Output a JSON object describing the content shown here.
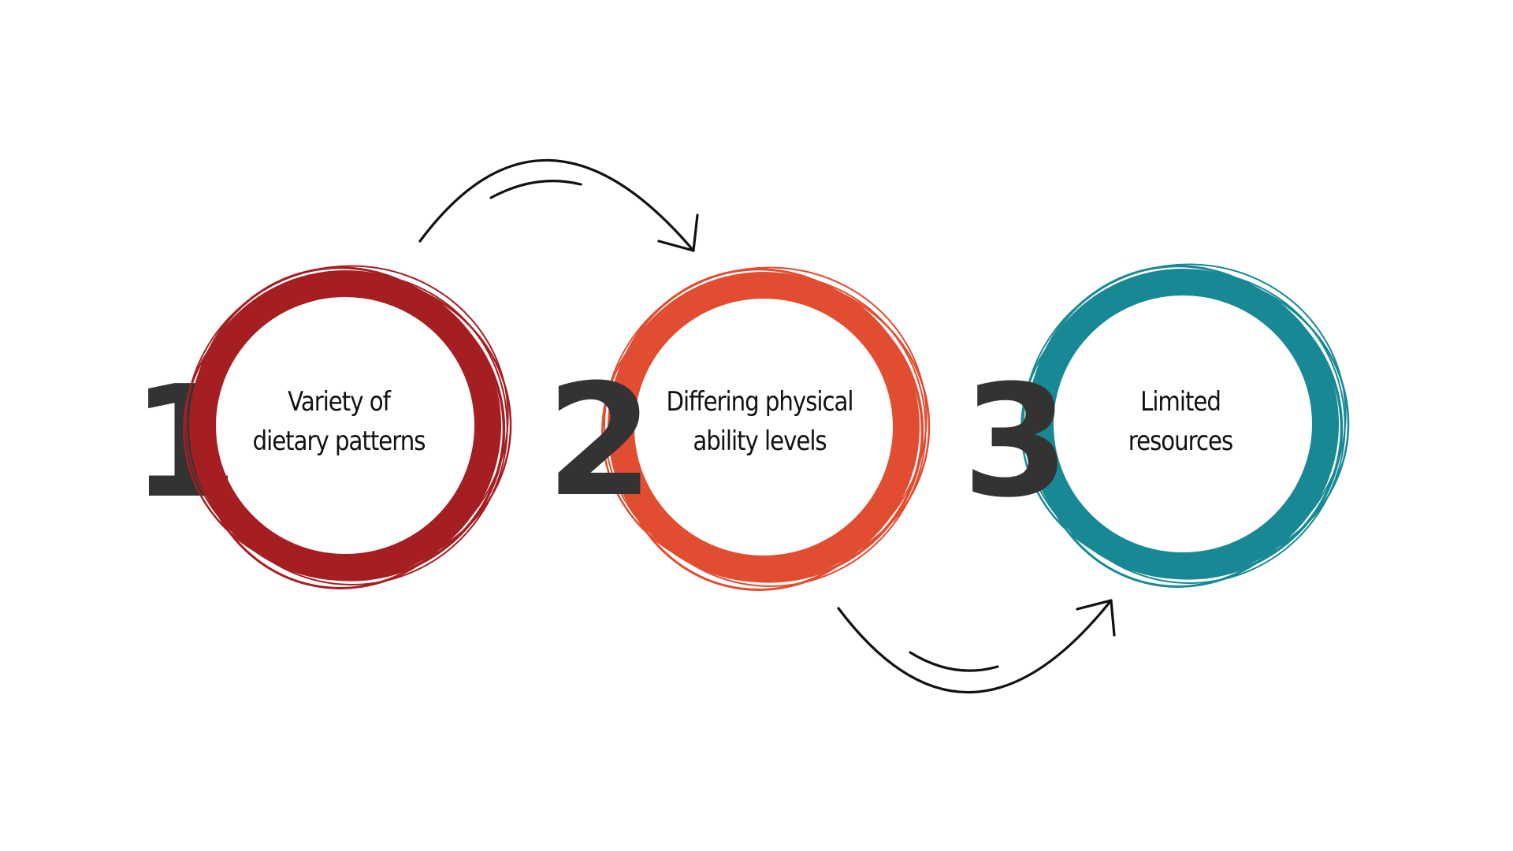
{
  "steps": [
    {
      "number": "1",
      "line1": "Variety of",
      "line2": "dietary patterns",
      "color": "#a51f22"
    },
    {
      "number": "2",
      "line1": "Differing physical",
      "line2": "ability levels",
      "color": "#e14d31"
    },
    {
      "number": "3",
      "line1": "Limited",
      "line2": "resources",
      "color": "#188994"
    }
  ],
  "arrows": [
    {
      "from": "1",
      "to": "2",
      "direction": "over"
    },
    {
      "from": "2",
      "to": "3",
      "direction": "under"
    }
  ],
  "ink_color": "#111111",
  "number_color": "#333333"
}
